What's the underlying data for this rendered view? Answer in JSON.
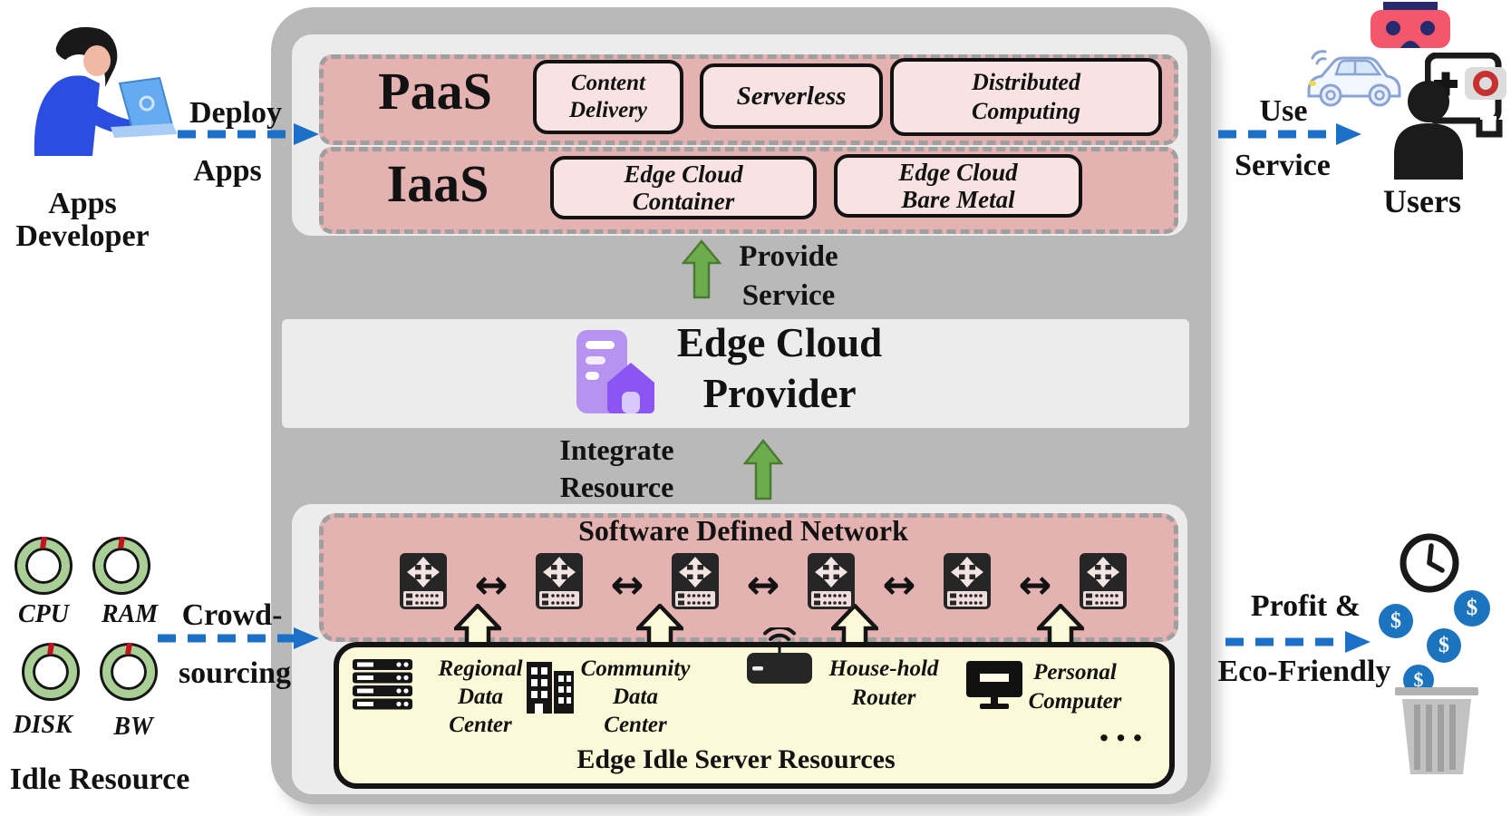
{
  "left": {
    "developer": {
      "line1": "Apps",
      "line2": "Developer"
    },
    "deploy": {
      "line1": "Deploy",
      "line2": "Apps"
    },
    "crowdsourcing": {
      "line1": "Crowd-",
      "line2": "sourcing"
    },
    "idle_resource": {
      "title": "Idle Resource",
      "gauges": [
        {
          "label": "CPU"
        },
        {
          "label": "RAM"
        },
        {
          "label": "DISK"
        },
        {
          "label": "BW"
        }
      ]
    }
  },
  "right": {
    "use_service": {
      "line1": "Use",
      "line2": "Service"
    },
    "users_label": "Users",
    "profit": {
      "line1": "Profit &",
      "line2": "Eco-Friendly"
    },
    "coin_symbol": "$"
  },
  "platform": {
    "paas": {
      "label": "PaaS",
      "services": [
        [
          "Content",
          "Delivery"
        ],
        [
          "Serverless",
          ""
        ],
        [
          "Distributed",
          "Computing"
        ]
      ]
    },
    "iaas": {
      "label": "IaaS",
      "services": [
        [
          "Edge Cloud",
          "Container"
        ],
        [
          "Edge Cloud",
          "Bare Metal"
        ]
      ]
    },
    "provide_service": {
      "line1": "Provide",
      "line2": "Service"
    },
    "provider": {
      "line1": "Edge Cloud",
      "line2": "Provider"
    },
    "integrate_resource": {
      "line1": "Integrate",
      "line2": "Resource"
    },
    "sdn": {
      "title": "Software Defined Network",
      "link_glyph": "↔"
    },
    "resources": {
      "title": "Edge Idle Server Resources",
      "items": [
        {
          "icon": "server-rack",
          "lines": [
            "Regional",
            "Data",
            "Center"
          ]
        },
        {
          "icon": "city-buildings",
          "lines": [
            "Community",
            "Data",
            "Center"
          ]
        },
        {
          "icon": "wifi-router",
          "lines": [
            "House-hold",
            "Router",
            ""
          ]
        },
        {
          "icon": "desktop-computer",
          "lines": [
            "Personal",
            "Computer",
            ""
          ]
        }
      ],
      "ellipsis": "..."
    }
  },
  "colors": {
    "accent_blue": "#1c70c8",
    "arrow_green": "#6dac4d",
    "band_pink": "#e5b2b2",
    "service_box_pink": "#f8e2e2",
    "panel_gray": "#ececec",
    "container_gray": "#b9b9b9",
    "resource_yellow": "#fcf9d8",
    "coin_blue": "#1b74bd",
    "gauge_green": "#a9cf96"
  }
}
